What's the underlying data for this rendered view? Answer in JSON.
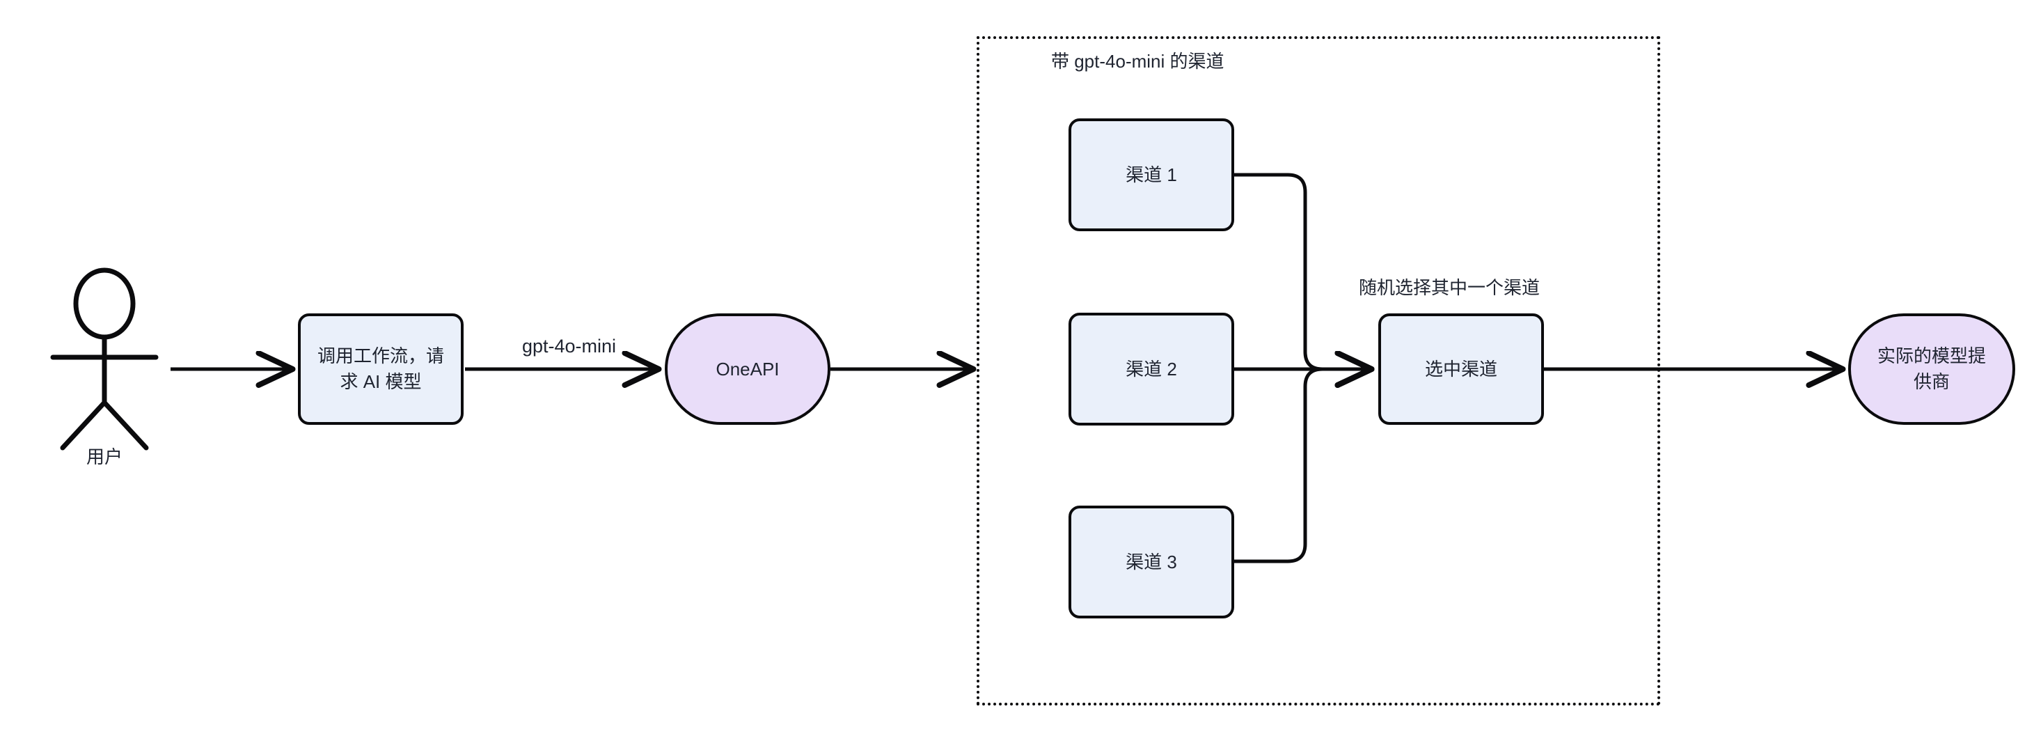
{
  "diagram": {
    "title": "OneAPI channel selection flow",
    "background": "#ffffff",
    "colors": {
      "process_fill": "#eaf0fa",
      "round_fill": "#e9ddf9",
      "stroke": "#0b0b0d",
      "text": "#1f2430"
    }
  },
  "actor": {
    "name": "user-actor",
    "label": "用户"
  },
  "nodes": {
    "workflow": {
      "label": "调用工作流，请求 AI 模型"
    },
    "oneapi": {
      "label": "OneAPI"
    },
    "channel1": {
      "label": "渠道 1"
    },
    "channel2": {
      "label": "渠道 2"
    },
    "channel3": {
      "label": "渠道 3"
    },
    "selected_channel": {
      "label": "选中渠道"
    },
    "provider": {
      "label": "实际的模型提供商"
    }
  },
  "group": {
    "label": "带 gpt-4o-mini 的渠道"
  },
  "labels": {
    "random_pick": "随机选择其中一个渠道"
  },
  "edges": [
    {
      "from": "user-actor",
      "to": "workflow",
      "label": ""
    },
    {
      "from": "workflow",
      "to": "oneapi",
      "label": "gpt-4o-mini"
    },
    {
      "from": "oneapi",
      "to": "channel-group",
      "label": ""
    },
    {
      "from": "channel1",
      "to": "selected_channel",
      "label": ""
    },
    {
      "from": "channel2",
      "to": "selected_channel",
      "label": ""
    },
    {
      "from": "channel3",
      "to": "selected_channel",
      "label": ""
    },
    {
      "from": "selected_channel",
      "to": "provider",
      "label": ""
    }
  ]
}
